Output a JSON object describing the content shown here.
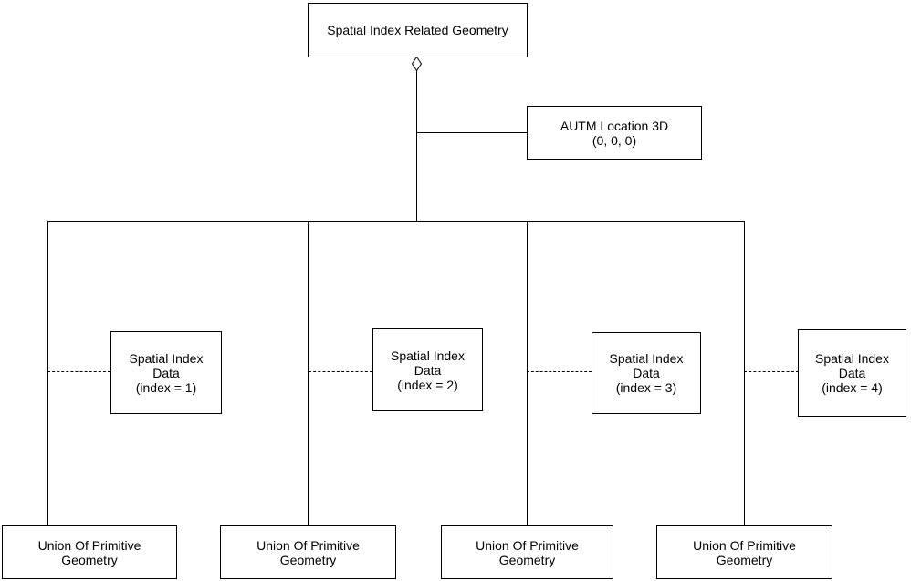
{
  "diagram": {
    "background": "#ffffff",
    "line_color": "#000000",
    "root_box": {
      "label": "Spatial Index Related Geometry"
    },
    "autm_box": {
      "line1": "AUTM Location 3D",
      "line2": "(0, 0, 0)"
    },
    "index_boxes": [
      {
        "line1": "Spatial Index",
        "line2": "Data",
        "line3": "(index = 1)"
      },
      {
        "line1": "Spatial Index",
        "line2": "Data",
        "line3": "(index = 2)"
      },
      {
        "line1": "Spatial Index",
        "line2": "Data",
        "line3": "(index = 3)"
      },
      {
        "line1": "Spatial Index",
        "line2": "Data",
        "line3": "(index = 4)"
      }
    ],
    "union_boxes": [
      {
        "line1": "Union Of Primitive",
        "line2": "Geometry"
      },
      {
        "line1": "Union Of Primitive",
        "line2": "Geometry"
      },
      {
        "line1": "Union Of Primitive",
        "line2": "Geometry"
      },
      {
        "line1": "Union Of Primitive",
        "line2": "Geometry"
      }
    ]
  }
}
